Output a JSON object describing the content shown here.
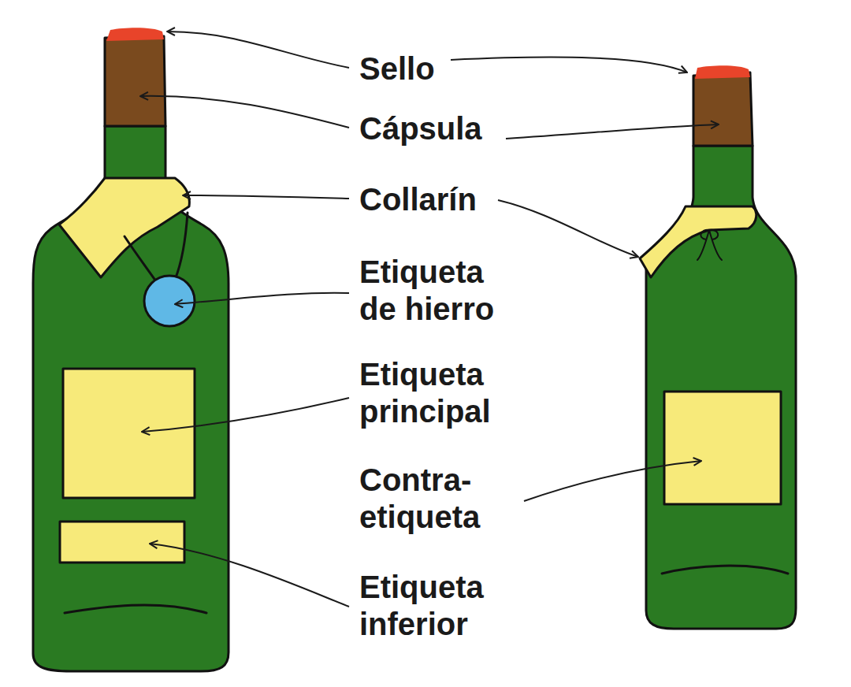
{
  "diagram": {
    "labels": [
      "Sello",
      "Cápsula",
      "Collarín",
      "Etiqueta de hierro",
      "Etiqueta principal",
      "Contra-etiqueta",
      "Etiqueta inferior"
    ]
  }
}
